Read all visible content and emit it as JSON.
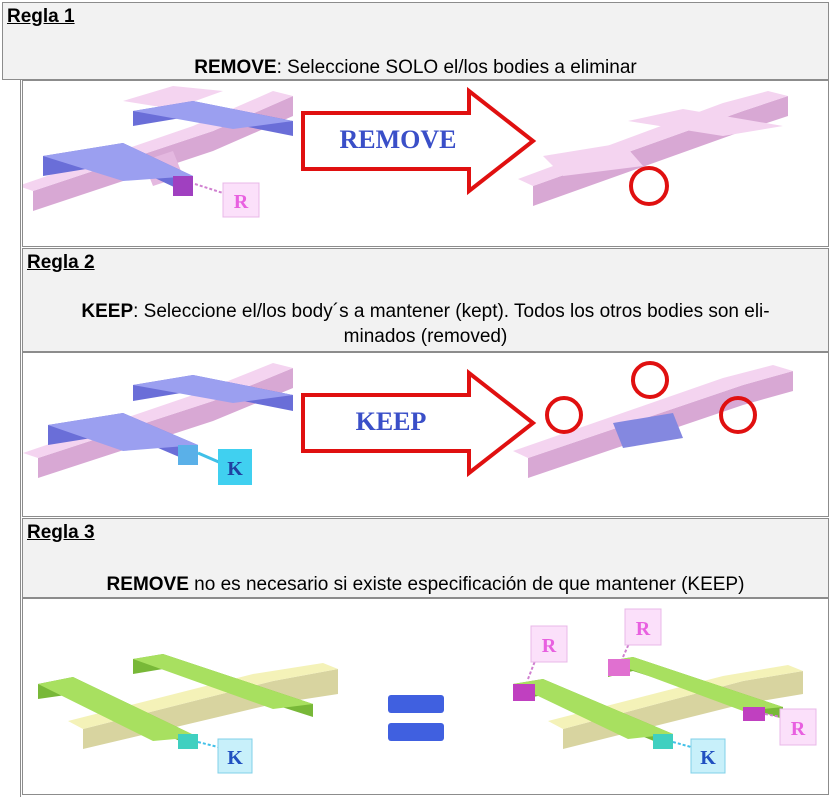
{
  "rules": [
    {
      "title": "Regla 1",
      "keyword": "REMOVE",
      "text": ": Seleccione SOLO el/los bodies a eliminar",
      "arrow_label": "REMOVE",
      "tag": "R"
    },
    {
      "title": "Regla 2",
      "keyword": "KEEP",
      "text_line1": ": Seleccione el/los body´s a mantener (kept). Todos los otros bodies son eli-",
      "text_line2": "minados (removed)",
      "arrow_label": "KEEP",
      "tag": "K"
    },
    {
      "title": "Regla 3",
      "keyword": "REMOVE",
      "text": " no es necesario si existe especificación de que mantener (KEEP)",
      "tag_k": "K",
      "tag_r1": "R",
      "tag_r2": "R",
      "tag_r3": "R",
      "tag_k2": "K"
    }
  ],
  "colors": {
    "pink_body": "#f0c8ec",
    "blue_body": "#7b7fe0",
    "green_body": "#a8e060",
    "yellow_body": "#f4f2b8",
    "arrow_red": "#e01010",
    "arrow_text_blue": "#3a4fc8",
    "circle_red": "#e01010",
    "tag_r": "#e860e0",
    "tag_k_bg": "#40d0f0",
    "equals_blue": "#4060e0"
  }
}
